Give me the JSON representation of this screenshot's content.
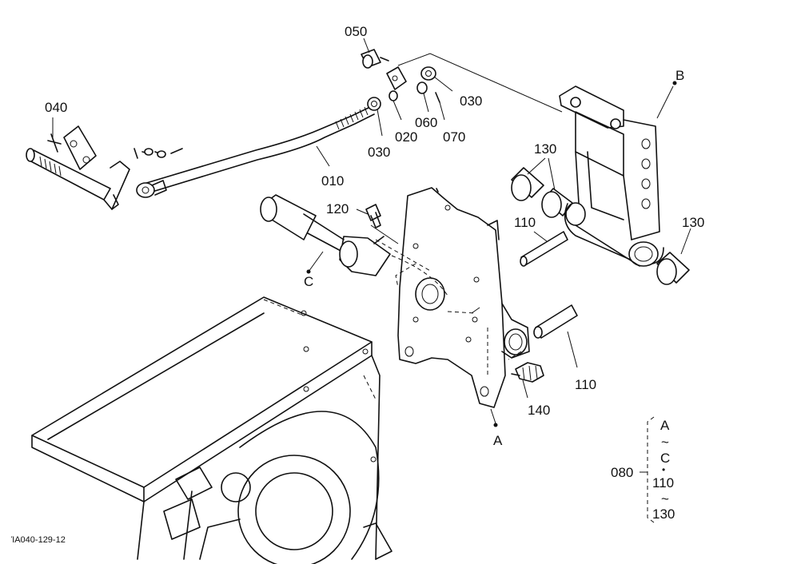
{
  "labels": {
    "p040": "040",
    "p050": "050",
    "p030a": "030",
    "p030b": "030",
    "p020": "020",
    "p060": "060",
    "p070": "070",
    "p010": "010",
    "p120": "120",
    "pC": "C",
    "pB": "B",
    "p130a": "130",
    "p130b": "130",
    "p110a": "110",
    "p110b": "110",
    "p140": "140",
    "pA": "A",
    "p080": "080"
  },
  "legend": {
    "line1": "A",
    "line2": "~",
    "line3": "C",
    "line4": "•",
    "line5": "110",
    "line6": "~",
    "line7": "130"
  },
  "figure_code": "ΊA040-129-12"
}
